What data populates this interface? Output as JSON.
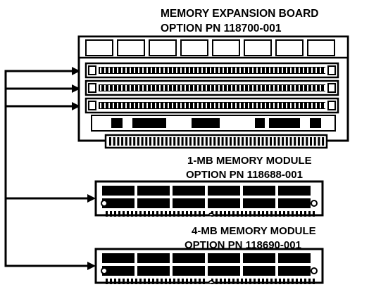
{
  "board": {
    "title_line1": "MEMORY EXPANSION BOARD",
    "title_line2": "OPTION PN 118700-001"
  },
  "module_1mb": {
    "title_line1": "1-MB MEMORY MODULE",
    "title_line2": "OPTION PN 118688-001"
  },
  "module_4mb": {
    "title_line1": "4-MB MEMORY MODULE",
    "title_line2": "OPTION PN 118690-001"
  },
  "board_slot_count": 3,
  "module_chip_count": 6,
  "colors": {
    "ink": "#000000",
    "paper": "#ffffff"
  }
}
